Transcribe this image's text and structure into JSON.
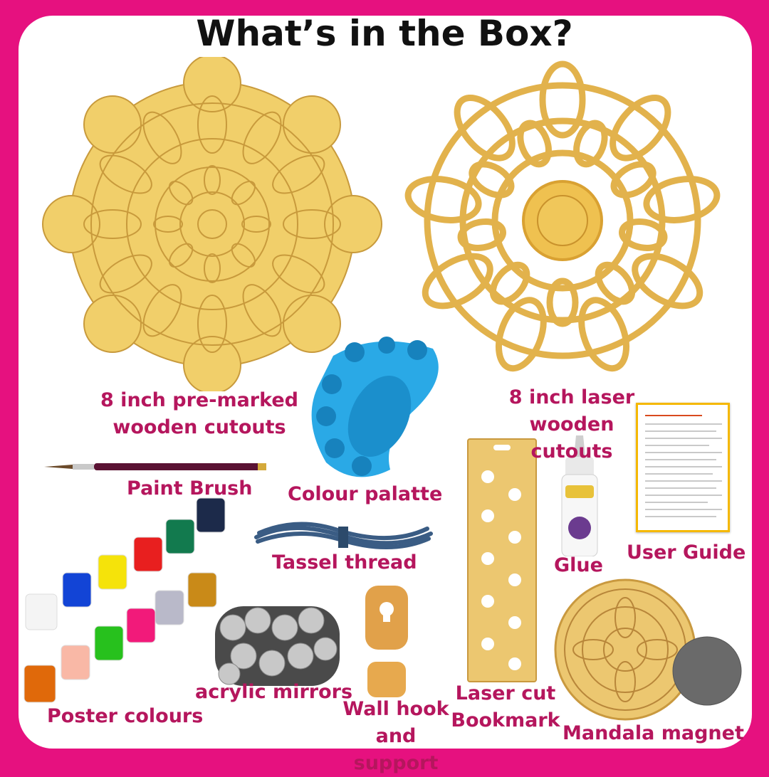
{
  "title": "What’s in the Box?",
  "items": {
    "premarked": "8 inch pre-marked wooden cutouts",
    "laser": "8 inch laser wooden cutouts",
    "palette": "Colour palatte",
    "brush": "Paint Brush",
    "tassel": "Tassel thread",
    "glue": "Glue",
    "guide": "User Guide",
    "poster": "Poster colours",
    "mirrors": "acrylic mirrors",
    "wallhook": "Wall hook and support",
    "bookmark": "Laser cut Bookmark",
    "magnet": "Mandala magnet"
  },
  "colors": {
    "frame": "#e6117f",
    "label": "#b5165d",
    "wood": "#f1cf6a"
  }
}
